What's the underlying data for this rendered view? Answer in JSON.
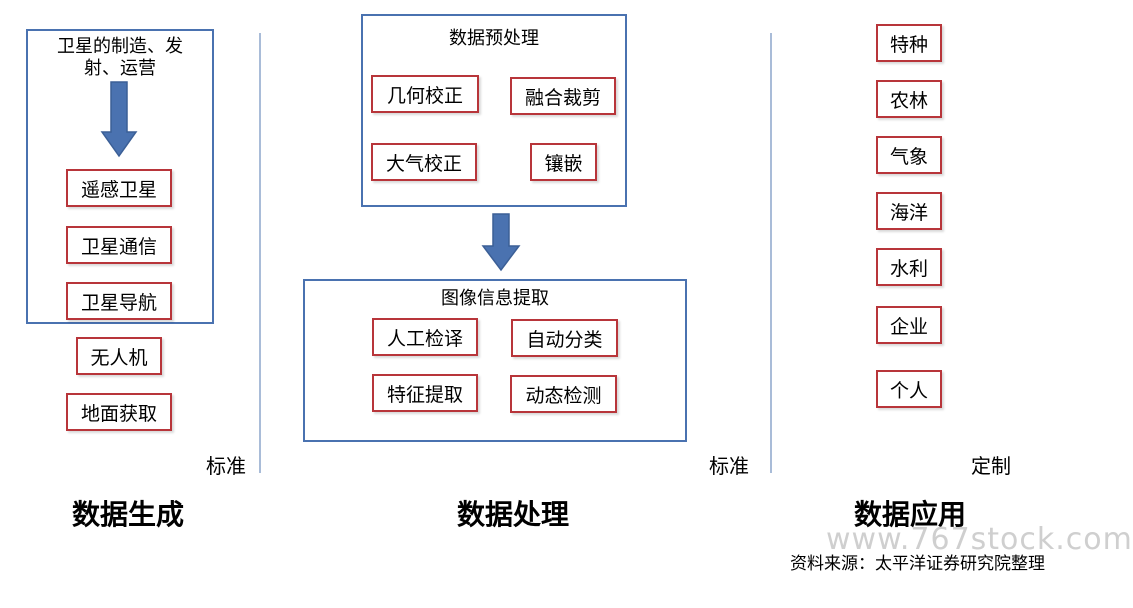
{
  "generation": {
    "title": "卫星的制造、发射、运营",
    "satellite_items": [
      "遥感卫星",
      "卫星通信",
      "卫星导航"
    ],
    "other_items": [
      "无人机",
      "地面获取"
    ],
    "standard_label": "标准",
    "section_label": "数据生成"
  },
  "processing": {
    "preprocess_title": "数据预处理",
    "preprocess_items": [
      "几何校正",
      "融合裁剪",
      "大气校正",
      "镶嵌"
    ],
    "extraction_title": "图像信息提取",
    "extraction_items": [
      "人工检译",
      "自动分类",
      "特征提取",
      "动态检测"
    ],
    "standard_label": "标准",
    "section_label": "数据处理"
  },
  "application": {
    "items": [
      "特种",
      "农林",
      "气象",
      "海洋",
      "水利",
      "企业",
      "个人"
    ],
    "custom_label": "定制",
    "section_label": "数据应用"
  },
  "source": "资料来源：太平洋证券研究院整理",
  "watermark": "www.767stock.com",
  "colors": {
    "blue_border": "#4a72b0",
    "red_border": "#b8353a",
    "arrow": "#4a72b0"
  }
}
